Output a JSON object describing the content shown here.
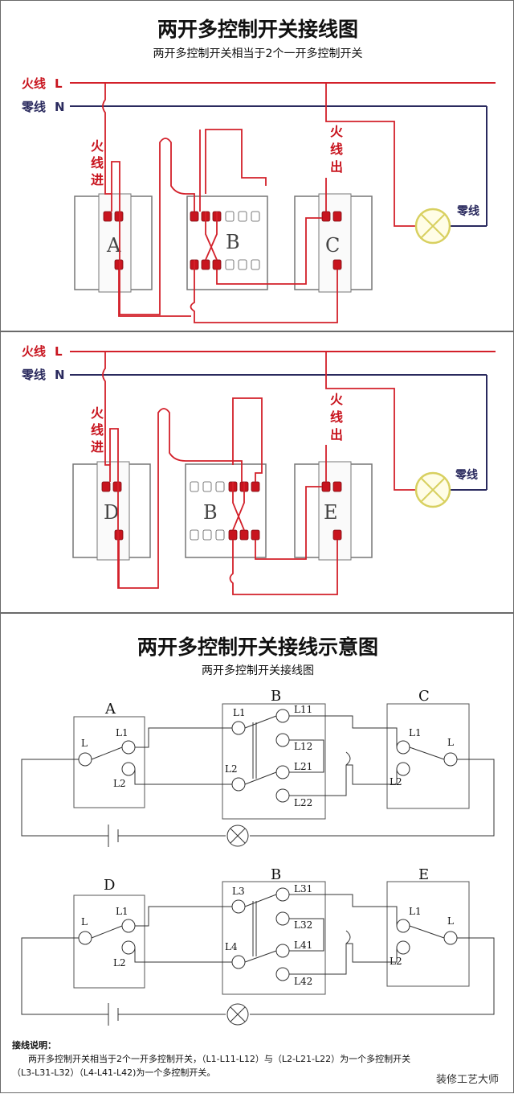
{
  "top": {
    "title": "两开多控制开关接线图",
    "subtitle": "两开多控制开关相当于2个一开多控制开关"
  },
  "diagram1": {
    "live_label": "火线",
    "live_letter": "L",
    "neutral_label": "零线",
    "neutral_letter": "N",
    "live_in": [
      "火",
      "线",
      "进"
    ],
    "live_out": [
      "火",
      "线",
      "出"
    ],
    "lamp_neutral": "零线",
    "switches": [
      "A",
      "B",
      "C"
    ]
  },
  "diagram2": {
    "live_label": "火线",
    "live_letter": "L",
    "neutral_label": "零线",
    "neutral_letter": "N",
    "live_in": [
      "火",
      "线",
      "进"
    ],
    "live_out": [
      "火",
      "线",
      "出"
    ],
    "lamp_neutral": "零线",
    "switches": [
      "D",
      "B",
      "E"
    ]
  },
  "schematic": {
    "title": "两开多控制开关接线示意图",
    "subtitle": "两开多控制开关接线图",
    "top": {
      "left_name": "A",
      "mid_name": "B",
      "right_name": "C",
      "left_terms": [
        "L",
        "L1",
        "L2"
      ],
      "mid_terms": [
        "L1",
        "L2",
        "L11",
        "L12",
        "L21",
        "L22"
      ],
      "right_terms": [
        "L1",
        "L2",
        "L"
      ]
    },
    "bottom": {
      "left_name": "D",
      "mid_name": "B",
      "right_name": "E",
      "left_terms": [
        "L",
        "L1",
        "L2"
      ],
      "mid_terms": [
        "L3",
        "L4",
        "L31",
        "L32",
        "L41",
        "L42"
      ],
      "right_terms": [
        "L1",
        "L2",
        "L"
      ]
    }
  },
  "notes": {
    "heading": "接线说明：",
    "line1": "两开多控制开关相当于2个一开多控制开关，（L1-L11-L12）与（L2-L21-L22）为一个多控制开关",
    "line2": "（L3-L31-L32）（L4-L41-L42)为一个多控制开关。"
  },
  "watermark": "装修工艺大师",
  "colors": {
    "live": "#d3202a",
    "neutral": "#2a2a5e",
    "text_red": "#c8141e",
    "lamp": "#e8e070"
  }
}
